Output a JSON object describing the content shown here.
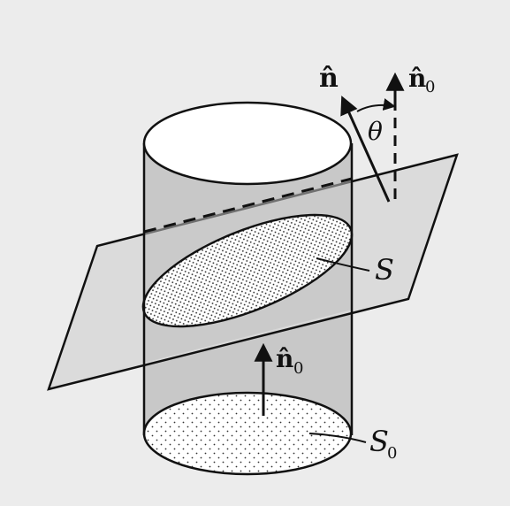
{
  "labels": {
    "n_hat": "n̂",
    "n0_hat_top": "n̂",
    "n0_hat_top_sub": "0",
    "theta": "θ",
    "S": "S",
    "n0_hat_bottom": "n̂",
    "n0_hat_bottom_sub": "0",
    "S0": "S",
    "S0_sub": "0"
  },
  "colors": {
    "background": "#ececec",
    "cylinder_body": "#c8c8c8",
    "plane": "#d9d9d9",
    "top_face": "#ffffff",
    "ink": "#111111"
  }
}
